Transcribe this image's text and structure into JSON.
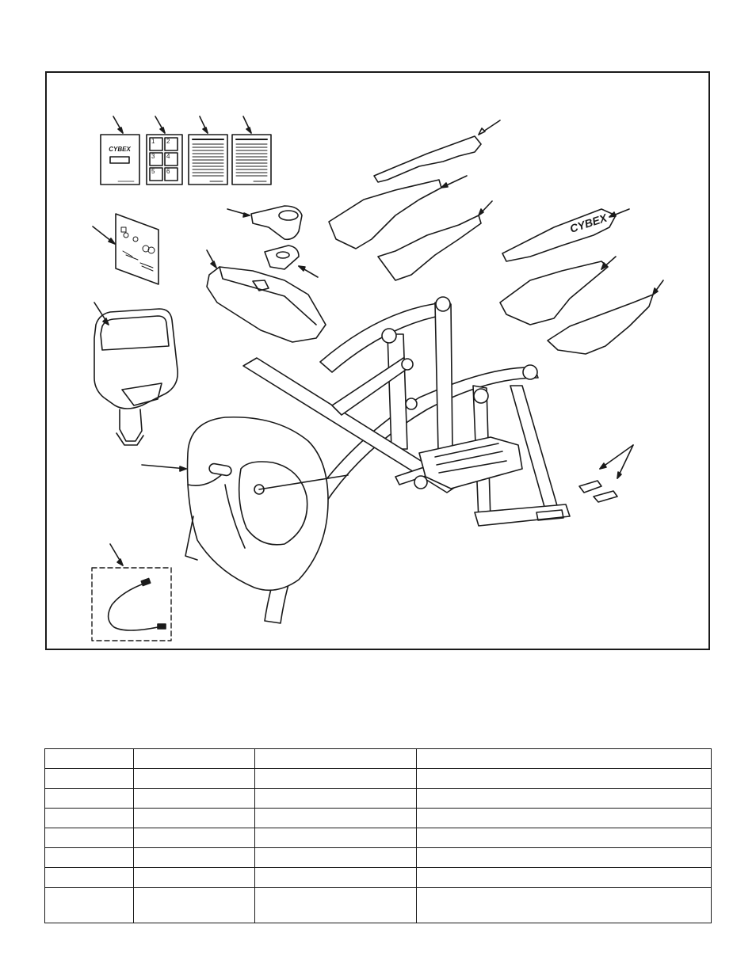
{
  "figure": {
    "brand_logo_text": "CYBEX",
    "card_numbers": [
      "1",
      "2",
      "3",
      "4",
      "5",
      "6"
    ]
  },
  "table": {
    "header": [
      "",
      "",
      "",
      ""
    ],
    "rows": [
      [
        "",
        "",
        "",
        ""
      ],
      [
        "",
        "",
        "",
        ""
      ],
      [
        "",
        "",
        "",
        ""
      ],
      [
        "",
        "",
        "",
        ""
      ],
      [
        "",
        "",
        "",
        ""
      ],
      [
        "",
        "",
        "",
        ""
      ],
      [
        "",
        "",
        "",
        ""
      ]
    ]
  },
  "colors": {
    "line": "#1a1a1a",
    "background": "#ffffff",
    "shade": "#d9d9d9"
  }
}
